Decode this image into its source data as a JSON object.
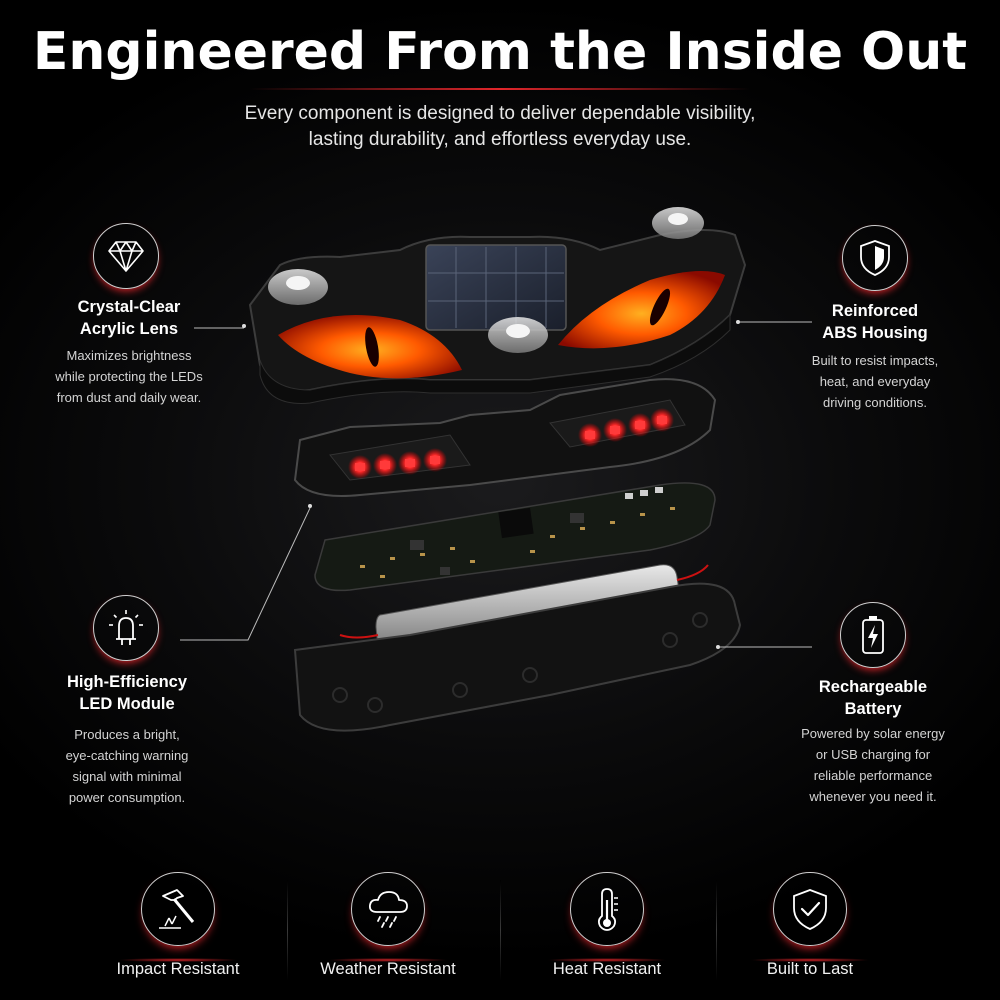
{
  "header": {
    "title": "Engineered From the Inside Out",
    "subtitle_line1": "Every component is designed to deliver dependable visibility,",
    "subtitle_line2": "lasting durability, and effortless everyday use."
  },
  "features": {
    "lens": {
      "title_line1": "Crystal-Clear",
      "title_line2": "Acrylic Lens",
      "desc_line1": "Maximizes brightness",
      "desc_line2": "while protecting the LEDs",
      "desc_line3": "from dust and daily wear.",
      "icon": "diamond-icon"
    },
    "housing": {
      "title_line1": "Reinforced",
      "title_line2": "ABS Housing",
      "desc_line1": "Built to resist impacts,",
      "desc_line2": "heat, and everyday",
      "desc_line3": "driving conditions.",
      "icon": "shield-icon"
    },
    "led": {
      "title_line1": "High-Efficiency",
      "title_line2": "LED Module",
      "desc_line1": "Produces a bright,",
      "desc_line2": "eye-catching warning",
      "desc_line3": "signal with minimal",
      "desc_line4": "power consumption.",
      "icon": "led-icon"
    },
    "battery": {
      "title_line1": "Rechargeable",
      "title_line2": "Battery",
      "desc_line1": "Powered by solar energy",
      "desc_line2": "or USB charging for",
      "desc_line3": "reliable performance",
      "desc_line4": "whenever you need it.",
      "icon": "battery-icon"
    }
  },
  "bottom": [
    {
      "label": "Impact Resistant",
      "icon": "hammer-icon"
    },
    {
      "label": "Weather Resistant",
      "icon": "rain-cloud-icon"
    },
    {
      "label": "Heat Resistant",
      "icon": "thermometer-icon"
    },
    {
      "label": "Built to Last",
      "icon": "shield-check-icon"
    }
  ],
  "colors": {
    "accent": "#e3262b",
    "background": "#000000",
    "led_red": "#ff2a2a",
    "eye_orange": "#ff6a00"
  }
}
